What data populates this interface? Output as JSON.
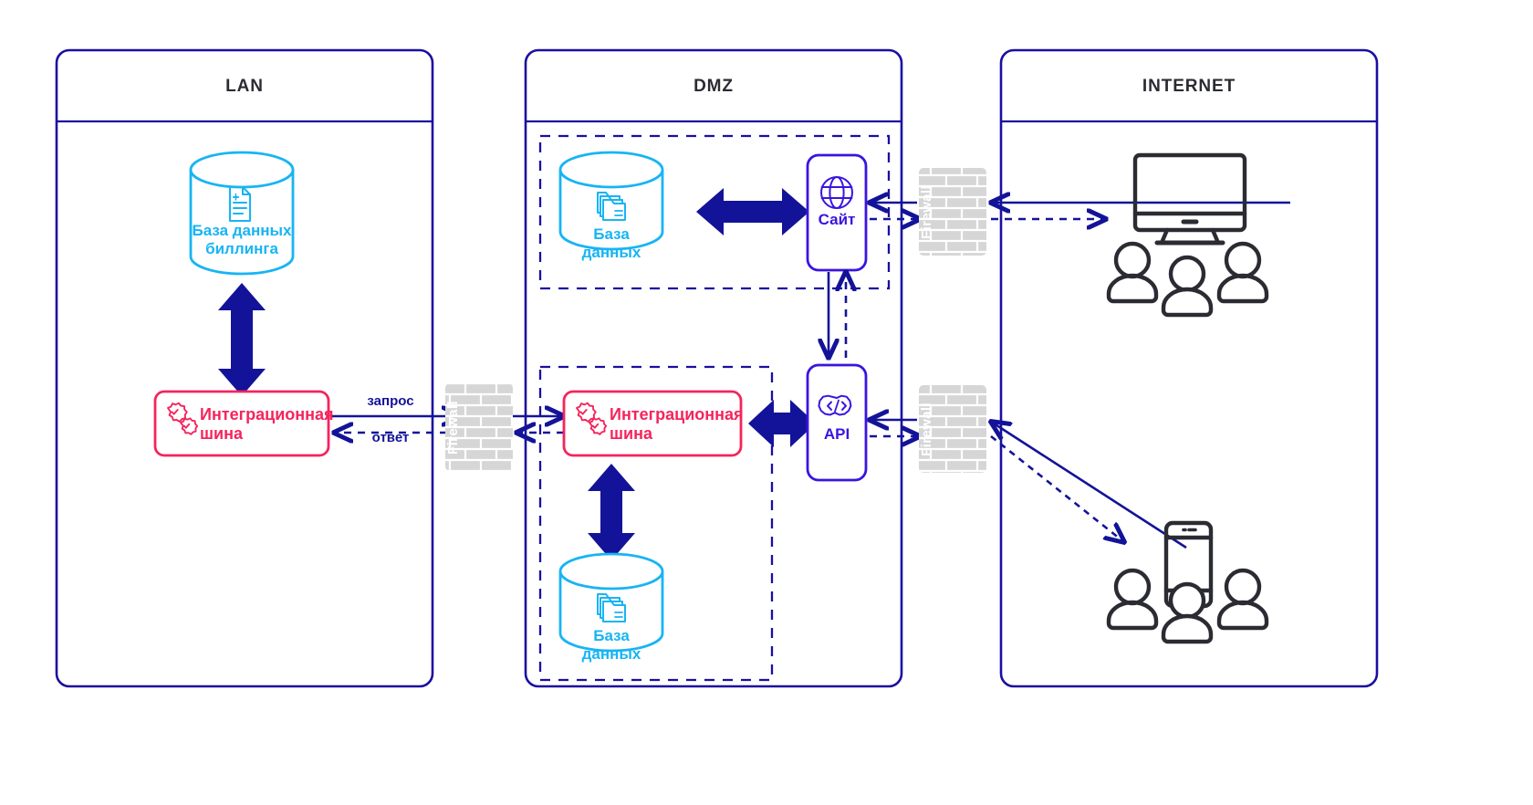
{
  "diagram": {
    "title_hidden": "",
    "colors": {
      "zone_border": "#1a0fa0",
      "navy": "#131399",
      "cyan": "#18b4f4",
      "crimson": "#f5245c",
      "violet": "#3a14e0",
      "dark": "#2b2b33",
      "firewall_fill": "#d6d6d6",
      "firewall_text": "#ffffff",
      "background": "#ffffff"
    },
    "zones": [
      {
        "id": "lan",
        "label": "LAN"
      },
      {
        "id": "dmz",
        "label": "DMZ"
      },
      {
        "id": "internet",
        "label": "INTERNET"
      }
    ],
    "nodes": {
      "lan_billing_db": {
        "label": "База данных\nбиллинга",
        "type": "database",
        "icon": "invoice-document-icon",
        "zone": "lan"
      },
      "lan_bus": {
        "label": "Интеграционная\nшина",
        "type": "service",
        "icon": "gears-check-icon",
        "zone": "lan"
      },
      "dmz_db_top": {
        "label": "База\nданных",
        "type": "database",
        "icon": "folders-icon",
        "zone": "dmz"
      },
      "dmz_site": {
        "label": "Сайт",
        "type": "service",
        "icon": "globe-icon",
        "zone": "dmz"
      },
      "dmz_bus": {
        "label": "Интеграционная\nшина",
        "type": "service",
        "icon": "gears-check-icon",
        "zone": "dmz"
      },
      "dmz_api": {
        "label": "API",
        "type": "service",
        "icon": "code-badge-icon",
        "zone": "dmz"
      },
      "dmz_db_bottom": {
        "label": "База\nданных",
        "type": "database",
        "icon": "folders-icon",
        "zone": "dmz"
      },
      "internet_desktop": {
        "label": "",
        "type": "endpoint",
        "icon": "desktop-monitor-icon",
        "zone": "internet"
      },
      "internet_desktop_users": {
        "label": "",
        "type": "endpoint",
        "icon": "users-group-icon",
        "zone": "internet"
      },
      "internet_mobile": {
        "label": "",
        "type": "endpoint",
        "icon": "mobile-phone-icon",
        "zone": "internet"
      },
      "internet_mobile_users": {
        "label": "",
        "type": "endpoint",
        "icon": "users-group-icon",
        "zone": "internet"
      }
    },
    "firewalls": [
      {
        "id": "fw-lan-dmz",
        "label": "Firewall"
      },
      {
        "id": "fw-site-internet",
        "label": "Firewall"
      },
      {
        "id": "fw-api-internet",
        "label": "Firewall"
      }
    ],
    "flow_labels": [
      {
        "id": "request",
        "label": "запрос"
      },
      {
        "id": "response",
        "label": "ответ"
      }
    ],
    "groups": [
      {
        "id": "dmz-group-web",
        "style": "dashed"
      },
      {
        "id": "dmz-group-integration",
        "style": "dashed"
      }
    ]
  }
}
